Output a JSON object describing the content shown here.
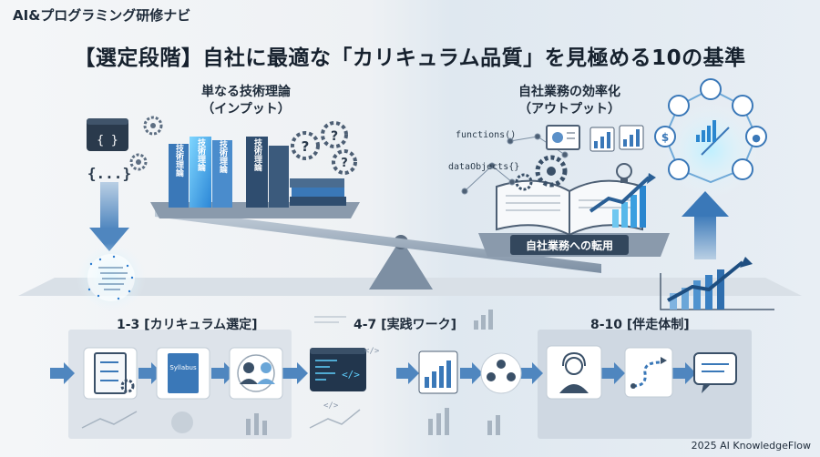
{
  "header": {
    "brand": "AI&プログラミング研修ナビ",
    "title": "【選定段階】自社に最適な「カリキュラム品質」を見極める10の基準"
  },
  "scale": {
    "left_label_line1": "単なる技術理論",
    "left_label_line2": "（インプット）",
    "right_label_line1": "自社業務の効率化",
    "right_label_line2": "（アウトプット）",
    "book_spine_text": "技術理論",
    "open_book_banner": "自社業務への転用",
    "code_labels": [
      "functions()",
      "dataObjects{}"
    ],
    "braces_icon_text": "{ }",
    "dots_icon_text": "{...}"
  },
  "stages": [
    {
      "label": "1-3 [カリキュラム選定]"
    },
    {
      "label": "4-7 [実践ワーク]"
    },
    {
      "label": "8-10 [伴走体制]"
    }
  ],
  "icons": {
    "syllabus_text": "Syllabus"
  },
  "footer": {
    "copyright": "2025 AI KnowledgeFlow"
  },
  "colors": {
    "navy": "#1e3a5f",
    "accent_blue": "#3b8ed6",
    "glow_cyan": "#5fd0ff",
    "panel_gray": "#dde3ea"
  }
}
